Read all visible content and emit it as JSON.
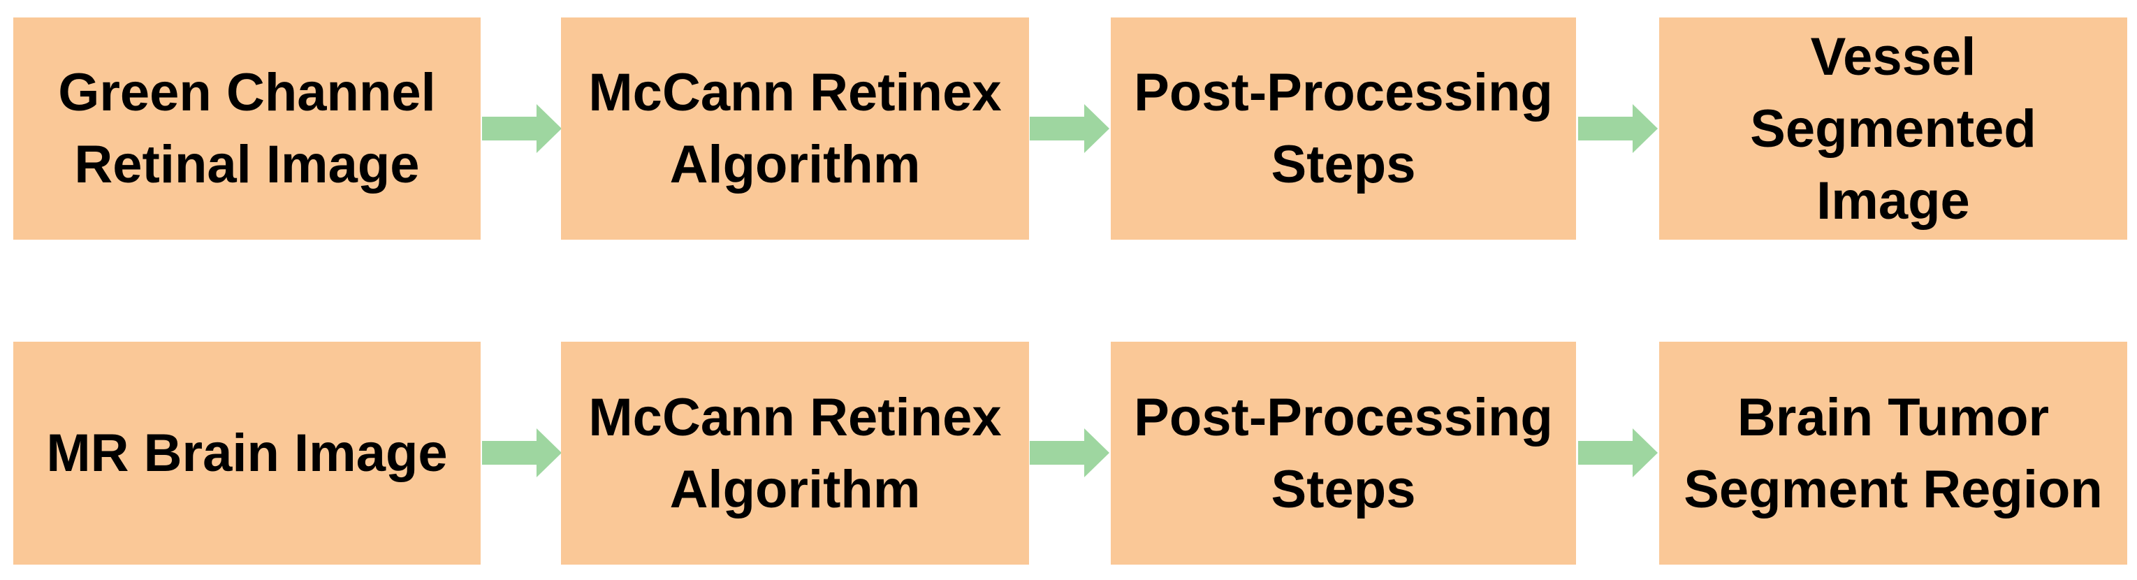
{
  "colors": {
    "box_fill": "#FAC897",
    "arrow": "#9ED6A0",
    "text": "#000000",
    "background": "#FFFFFF"
  },
  "diagram": {
    "rows": [
      {
        "name": "retinal-vessel-pipeline",
        "boxes": [
          {
            "label": "Green Channel\nRetinal Image"
          },
          {
            "label": "McCann Retinex\nAlgorithm"
          },
          {
            "label": "Post-Processing\nSteps"
          },
          {
            "label": "Vessel\nSegmented\nImage"
          }
        ]
      },
      {
        "name": "brain-tumor-pipeline",
        "boxes": [
          {
            "label": "MR Brain Image"
          },
          {
            "label": "McCann Retinex\nAlgorithm"
          },
          {
            "label": "Post-Processing\nSteps"
          },
          {
            "label": "Brain Tumor\nSegment Region"
          }
        ]
      }
    ]
  }
}
